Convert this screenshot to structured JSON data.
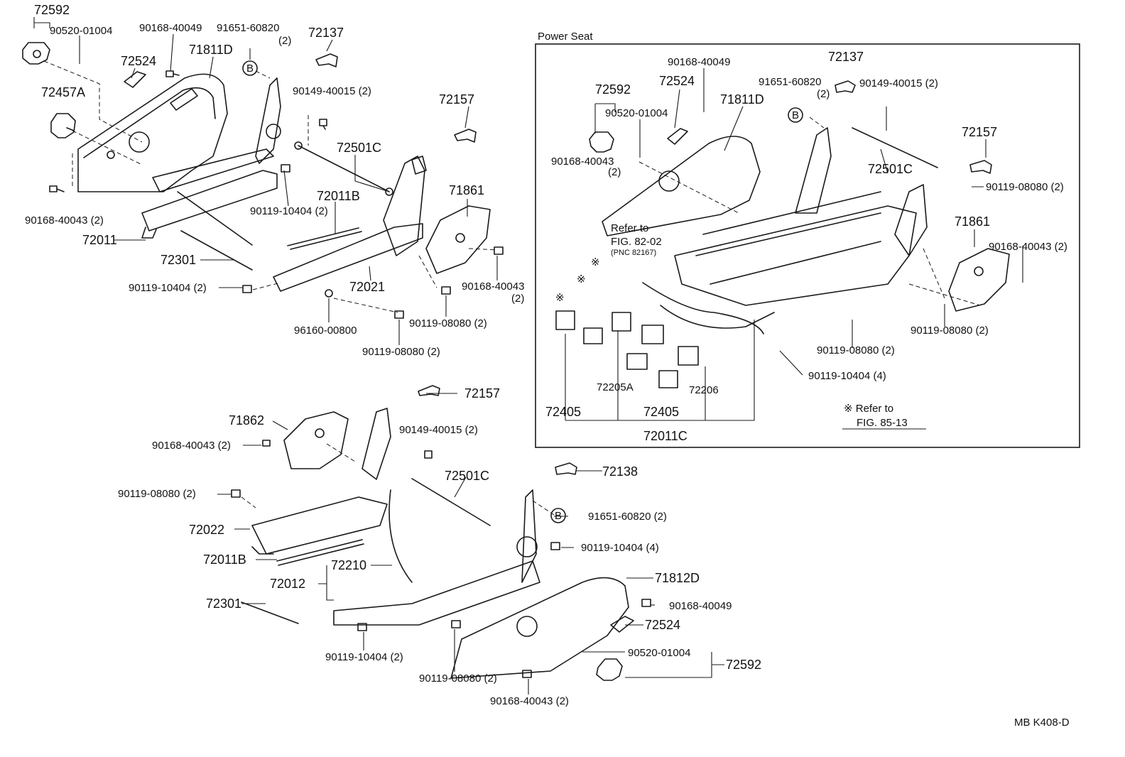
{
  "box_title": "Power Seat",
  "refer_1": [
    "Refer to",
    "FIG. 82-02",
    "(PNC 82167)"
  ],
  "refer_2": [
    "※ Refer to",
    "FIG. 85-13"
  ],
  "footer": "MB  K408-D",
  "left_labels": [
    "72592",
    "90520-01004",
    "90168-40049",
    "91651-60820",
    "(2)",
    "72137",
    "72524",
    "71811D",
    "72457A",
    "90149-40015 (2)",
    "72157",
    "72501C",
    "72011B",
    "90119-10404 (2)",
    "71861",
    "90168-40043 (2)",
    "72011",
    "72301",
    "72021",
    "90119-10404 (2)",
    "90168-40043",
    "(2)",
    "96160-00800",
    "90119-08080 (2)",
    "90119-08080 (2)"
  ],
  "box_labels": [
    "90168-40049",
    "72137",
    "72592",
    "72524",
    "91651-60820",
    "(2)",
    "90149-40015 (2)",
    "90520-01004",
    "71811D",
    "72157",
    "90168-40043",
    "(2)",
    "72501C",
    "90119-08080 (2)",
    "71861",
    "90168-40043 (2)",
    "90119-08080 (2)",
    "90119-08080 (2)",
    "90119-10404 (4)",
    "72205A",
    "72206",
    "72405",
    "72405",
    "72011C"
  ],
  "bottom_labels": [
    "72157",
    "71862",
    "90149-40015 (2)",
    "90168-40043 (2)",
    "72138",
    "72501C",
    "90119-08080 (2)",
    "91651-60820 (2)",
    "72022",
    "90119-10404 (4)",
    "72011B",
    "72210",
    "72012",
    "71812D",
    "90168-40049",
    "72301",
    "72524",
    "90520-01004",
    "72592",
    "90119-10404 (2)",
    "90119-08080 (2)",
    "90168-40043 (2)"
  ],
  "icons": {
    "b_marker": "B",
    "note_marker": "※"
  }
}
